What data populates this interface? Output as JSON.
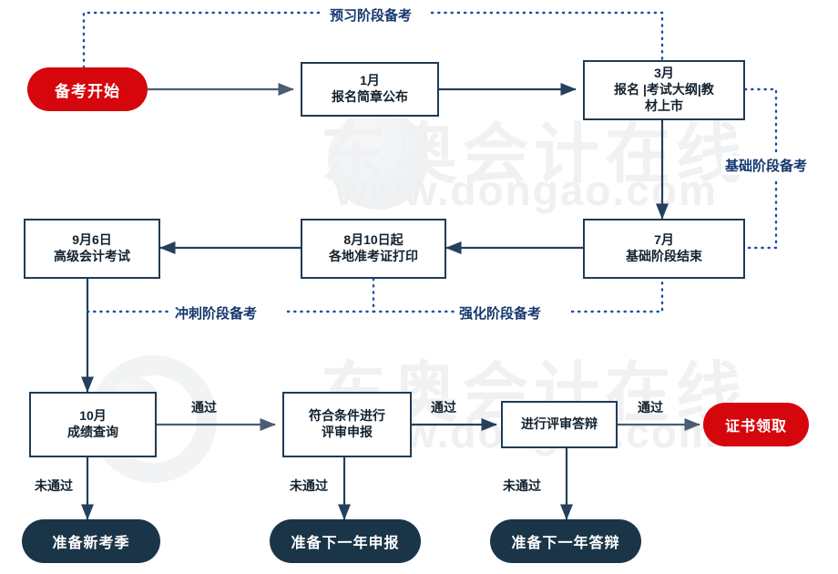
{
  "meta": {
    "title": "高级会计师备考及评审流程图",
    "colors": {
      "accent_red": "#d5070d",
      "navy": "#1b3548",
      "box_border": "#1f3b55",
      "phase_label": "#14386d",
      "watermark": "#f0f1f3"
    }
  },
  "watermarks": [
    {
      "text": "东奥会计在线",
      "kind": "cn"
    },
    {
      "text": "www.dongao.com",
      "kind": "url"
    },
    {
      "text": "东奥会计在线",
      "kind": "cn"
    },
    {
      "text": "www.dongao.com",
      "kind": "url"
    }
  ],
  "nodes": {
    "start": {
      "label": "备考开始",
      "shape": "pill-red"
    },
    "jan": {
      "l1": "1月",
      "l2": "报名简章公布",
      "l3": "",
      "shape": "box"
    },
    "mar": {
      "l1": "3月",
      "l2": "报名 |考试大纲|教",
      "l3": "材上市",
      "shape": "box"
    },
    "jul": {
      "l1": "7月",
      "l2": "基础阶段结束",
      "l3": "",
      "shape": "box"
    },
    "aug": {
      "l1": "8月10日起",
      "l2": "各地准考证打印",
      "l3": "",
      "shape": "box"
    },
    "exam": {
      "l1": "9月6日",
      "l2": "高级会计考试",
      "l3": "",
      "shape": "box"
    },
    "oct": {
      "l1": "10月",
      "l2": "成绩查询",
      "l3": "",
      "shape": "box"
    },
    "apply": {
      "l1": "符合条件进行",
      "l2": "评审申报",
      "l3": "",
      "shape": "box"
    },
    "defend": {
      "l1": "进行评审答辩",
      "l2": "",
      "l3": "",
      "shape": "box"
    },
    "cert": {
      "label": "证书领取",
      "shape": "pill-red"
    },
    "newseason": {
      "label": "准备新考季",
      "shape": "pill-navy"
    },
    "nextapply": {
      "label": "准备下一年申报",
      "shape": "pill-navy"
    },
    "nextdefend": {
      "label": "准备下一年答辩",
      "shape": "pill-navy"
    }
  },
  "phase_labels": {
    "preview": "预习阶段备考",
    "basic": "基础阶段备考",
    "intensive": "强化阶段备考",
    "sprint": "冲刺阶段备考"
  },
  "edge_labels": {
    "pass_1": "通过",
    "pass_2": "通过",
    "pass_3": "通过",
    "fail_1": "未通过",
    "fail_2": "未通过",
    "fail_3": "未通过"
  }
}
